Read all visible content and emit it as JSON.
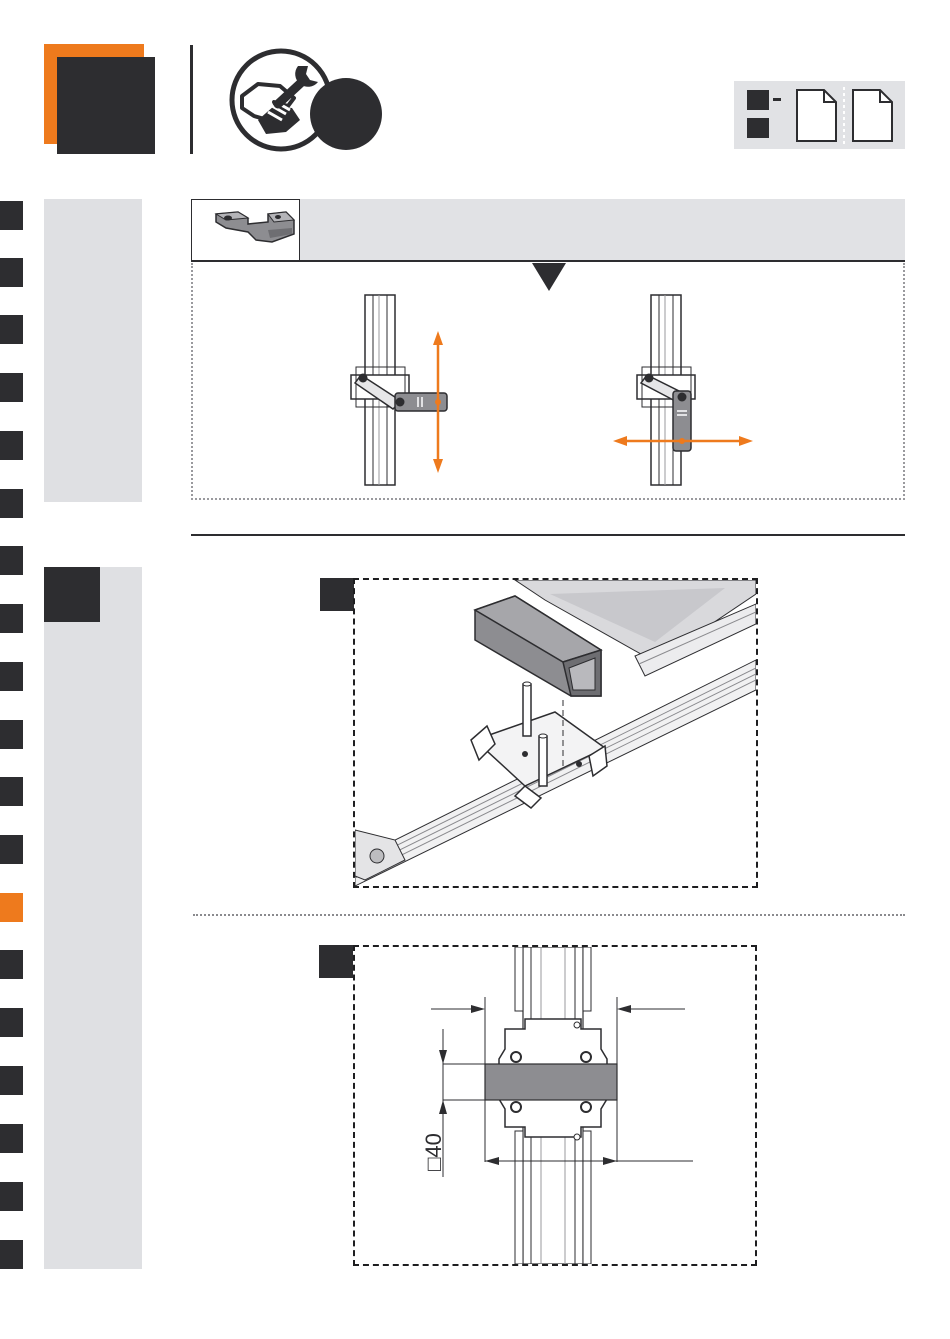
{
  "colors": {
    "accent": "#ee7a1d",
    "dark": "#2d2d30",
    "panel": "#dfe0e3"
  },
  "icons": {
    "header_tool": "hand-wrench-icon",
    "page_ref": "document-page-icon",
    "part": "angled-bracket-part-icon"
  },
  "side_tabs": {
    "count": 19,
    "active_index": 12
  },
  "dimension": {
    "size_label": "□40"
  }
}
